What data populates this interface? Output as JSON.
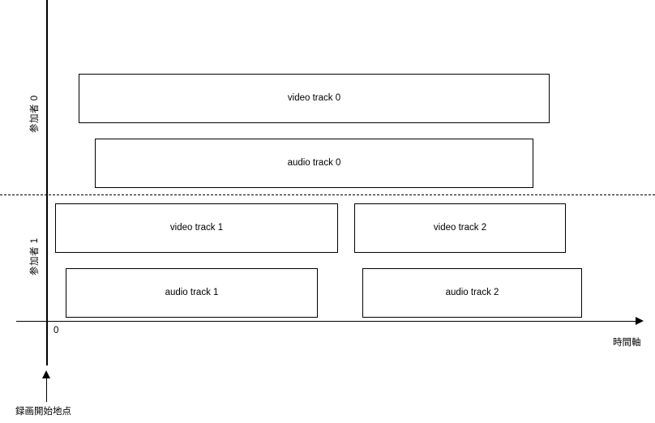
{
  "diagram": {
    "axes": {
      "time_axis_label": "時間軸",
      "origin_label": "0"
    },
    "lanes": [
      {
        "id": "participant-0",
        "label": "参加者 0"
      },
      {
        "id": "participant-1",
        "label": "参加者 1"
      }
    ],
    "tracks": [
      {
        "id": "video-track-0",
        "label": "video track 0",
        "lane": "participant-0",
        "kind": "video"
      },
      {
        "id": "audio-track-0",
        "label": "audio track 0",
        "lane": "participant-0",
        "kind": "audio"
      },
      {
        "id": "video-track-1",
        "label": "video track 1",
        "lane": "participant-1",
        "kind": "video"
      },
      {
        "id": "video-track-2",
        "label": "video track 2",
        "lane": "participant-1",
        "kind": "video"
      },
      {
        "id": "audio-track-1",
        "label": "audio track 1",
        "lane": "participant-1",
        "kind": "audio"
      },
      {
        "id": "audio-track-2",
        "label": "audio track 2",
        "lane": "participant-1",
        "kind": "audio"
      }
    ],
    "callout": {
      "label": "録画開始地点",
      "icon": "up-arrow-icon"
    },
    "colors": {
      "stroke": "#000000",
      "fill": "#ffffff",
      "text": "#000000"
    }
  }
}
